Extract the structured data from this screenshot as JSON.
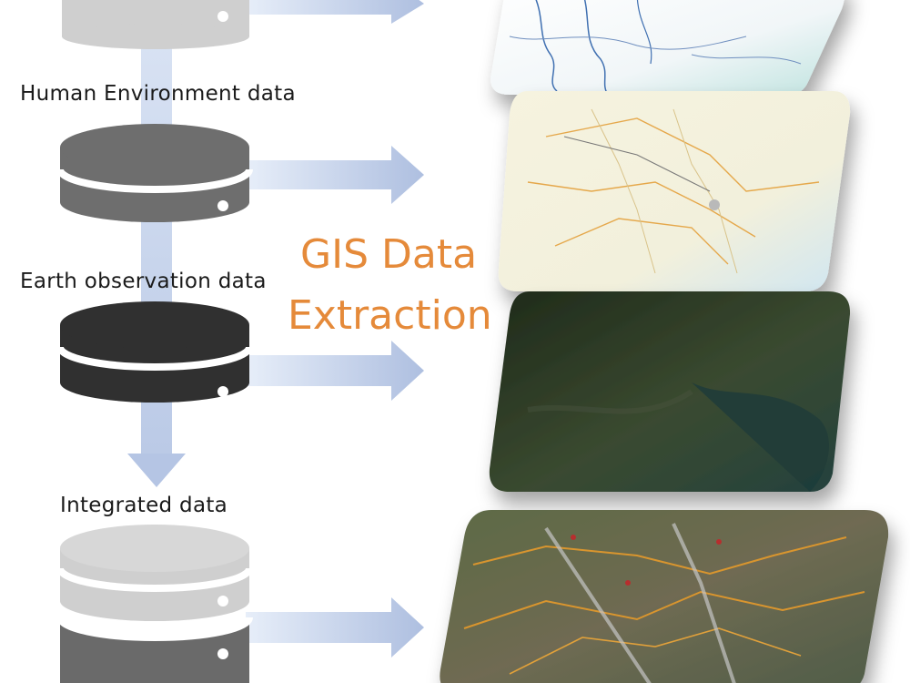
{
  "title": {
    "line1": "GIS Data",
    "line2": "Extraction"
  },
  "databases": [
    {
      "label": "",
      "tone": "light-gray"
    },
    {
      "label": "Human Environment data",
      "tone": "medium-gray"
    },
    {
      "label": "Earth observation data",
      "tone": "dark-gray"
    },
    {
      "label": "Integrated data",
      "tone": "stacked-gray"
    }
  ],
  "layers": [
    {
      "name": "base-hydrography-map",
      "style": "white map with blue rivers"
    },
    {
      "name": "road-network-map",
      "style": "beige road map"
    },
    {
      "name": "satellite-imagery",
      "style": "dark green satellite image"
    },
    {
      "name": "integrated-overlay-map",
      "style": "satellite image with roads overlay"
    }
  ],
  "colors": {
    "title": "#e58a3a",
    "arrow": "#b9c9e6",
    "db_light": "#cfcfcf",
    "db_medium": "#6b6b6b",
    "db_dark": "#2f2f2f"
  }
}
